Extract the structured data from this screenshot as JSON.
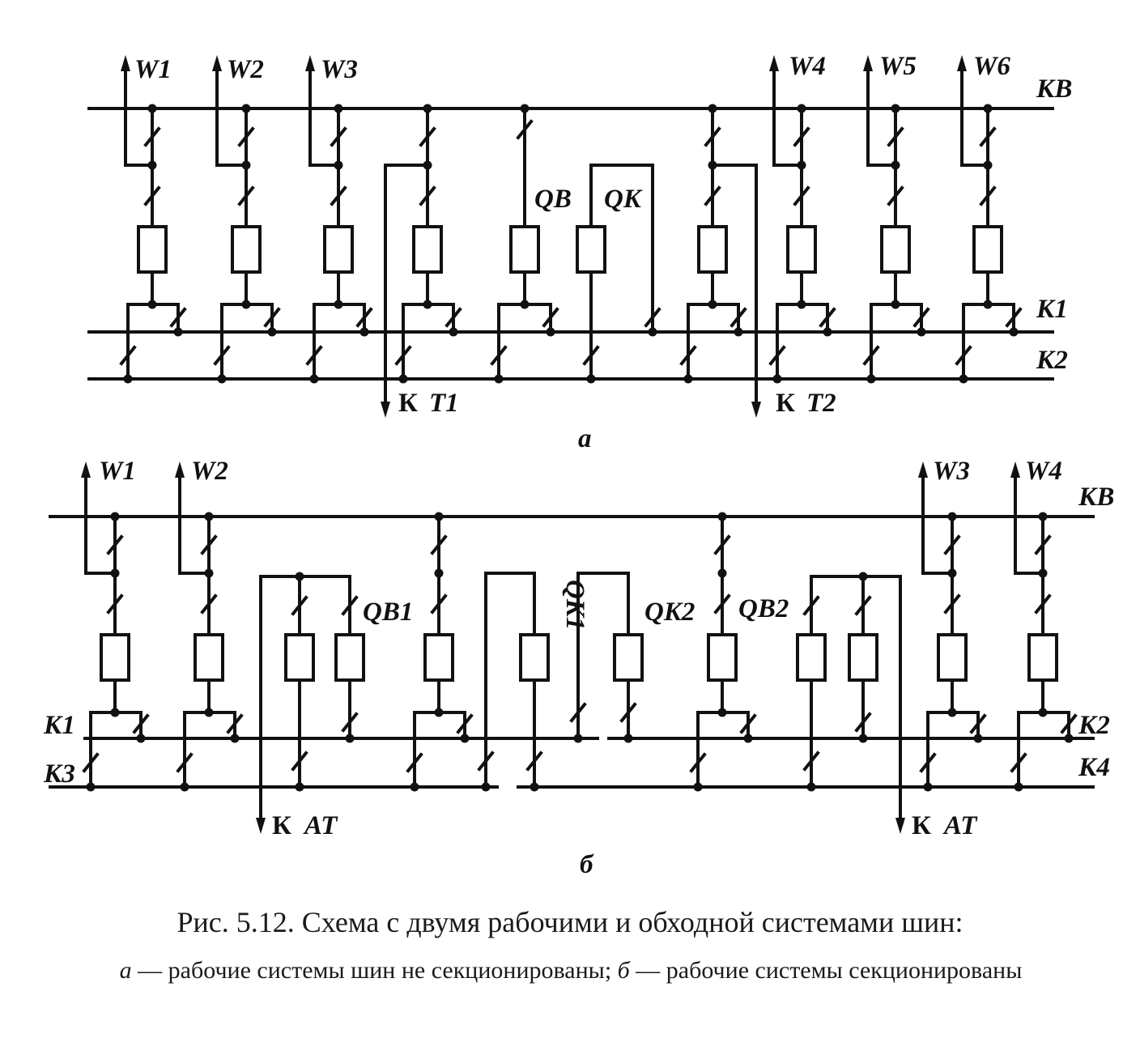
{
  "diagram_a": {
    "sublabel": "а",
    "feeders": [
      "W1",
      "W2",
      "W3",
      "W4",
      "W5",
      "W6"
    ],
    "bus_labels": [
      "КВ",
      "К1",
      "К2"
    ],
    "breaker_labels": [
      "QB",
      "QK"
    ],
    "transformer_labels": [
      {
        "prefix": "К",
        "name": "T1"
      },
      {
        "prefix": "К",
        "name": "T2"
      }
    ]
  },
  "diagram_b": {
    "sublabel": "б",
    "feeders": [
      "W1",
      "W2",
      "W3",
      "W4"
    ],
    "bus_labels": [
      "КВ",
      "К1",
      "К3",
      "К2",
      "К4"
    ],
    "breaker_labels": [
      "QB1",
      "QK1",
      "QK2",
      "QB2"
    ],
    "transformer_labels": [
      {
        "prefix": "К",
        "name": "AT"
      },
      {
        "prefix": "К",
        "name": "AT"
      }
    ]
  },
  "caption": {
    "main": "Рис. 5.12. Схема с двумя рабочими и обходной системами шин:",
    "a_letter": "а",
    "a_text": " — рабочие системы шин не секционированы; ",
    "b_letter": "б",
    "b_text": " — рабочие системы секционированы"
  }
}
